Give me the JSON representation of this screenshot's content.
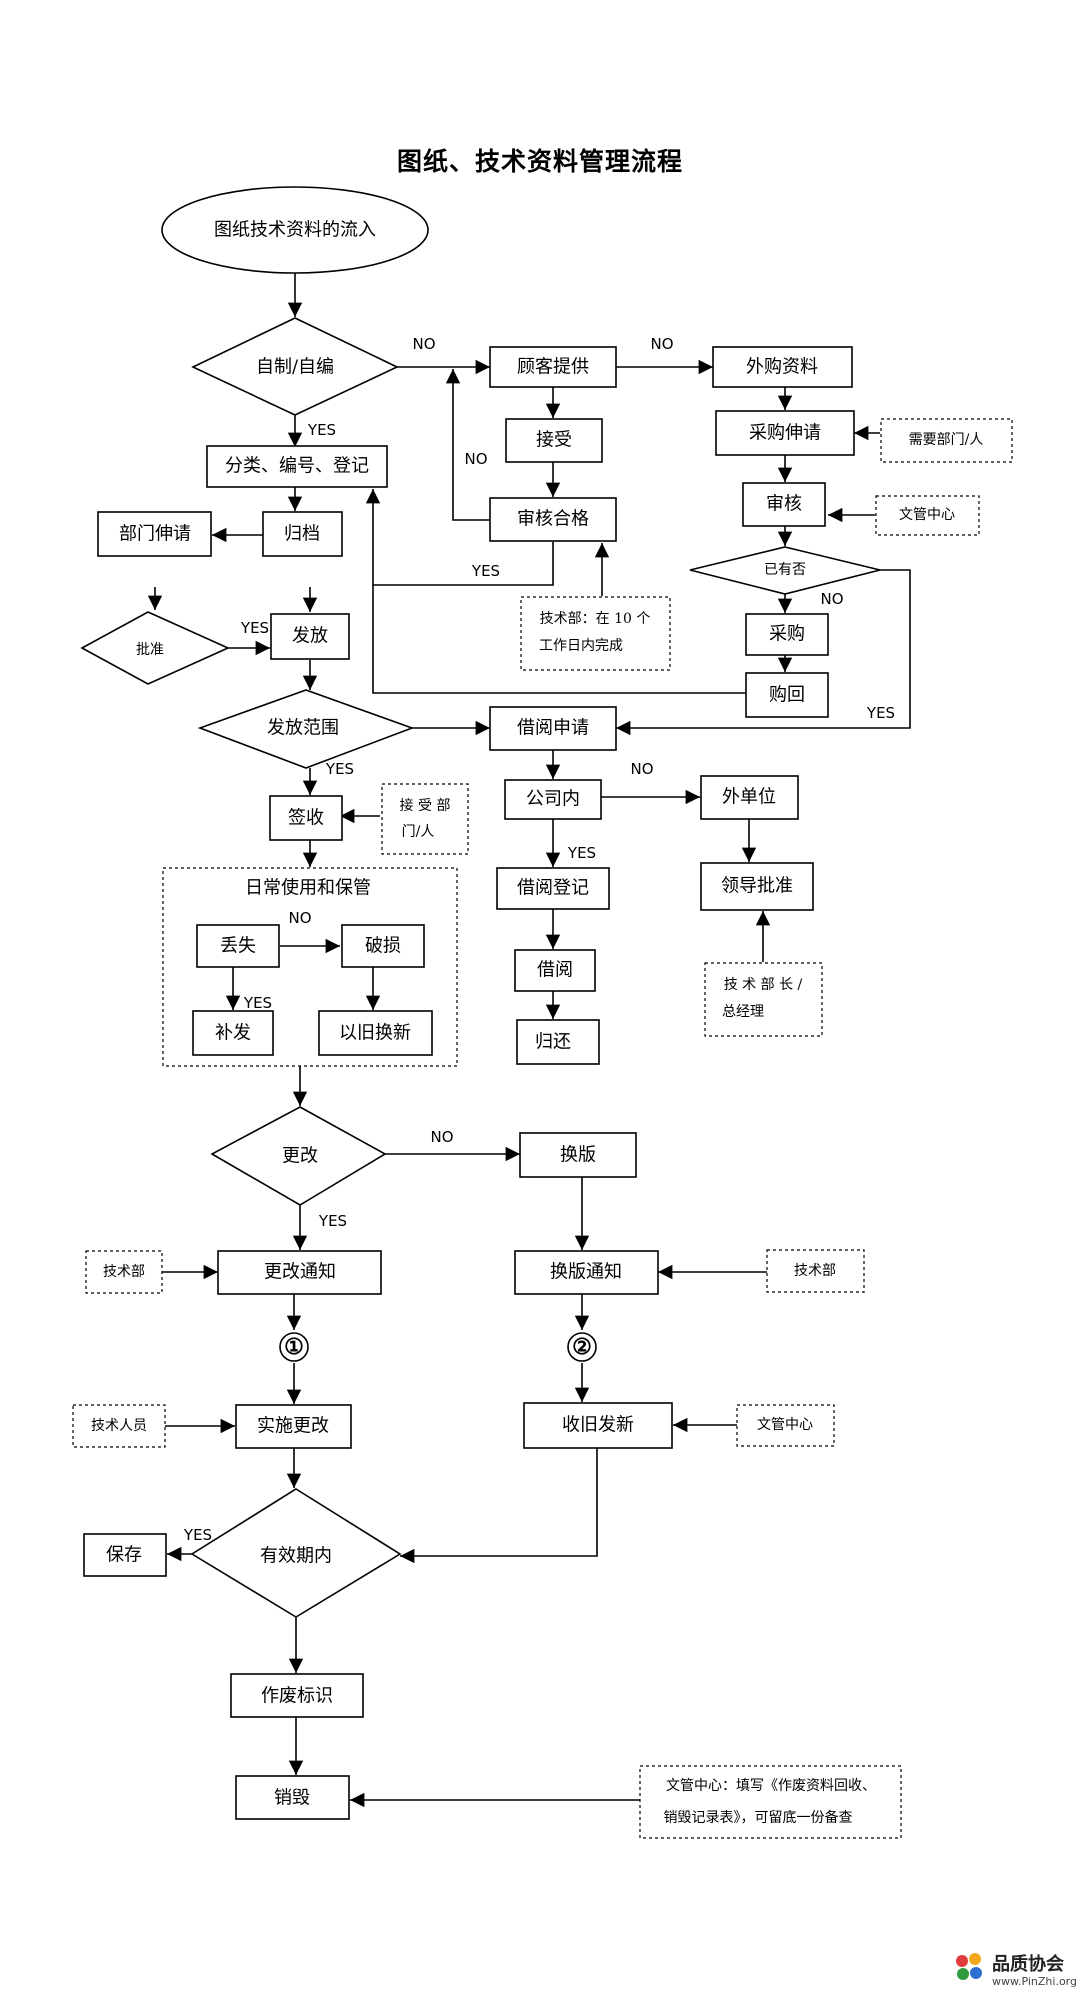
{
  "title": "图纸、技术资料管理流程",
  "nodes": {
    "start": "图纸技术资料的流入",
    "self_made": "自制/自编",
    "classify": "分类、编号、登记",
    "archive": "归档",
    "dept_apply": "部门伸请",
    "approve": "批准",
    "issue": "发放",
    "issue_scope": "发放范围",
    "sign": "签收",
    "daily_group": "日常使用和保管",
    "lost": "丢失",
    "damaged": "破损",
    "reissue": "补发",
    "exchange": "以旧换新",
    "customer_supply": "顾客提供",
    "accept": "接受",
    "review_pass": "审核合格",
    "purchased_docs": "外购资料",
    "purchase_apply": "采购伸请",
    "audit": "审核",
    "exists": "已有否",
    "purchase": "采购",
    "buy_back": "购回",
    "borrow_apply": "借阅申请",
    "in_company": "公司内",
    "external_unit": "外单位",
    "borrow_register": "借阅登记",
    "leader_approve": "领导批准",
    "borrow": "借阅",
    "return": "归还",
    "change": "更改",
    "change_notice": "更改通知",
    "circle1": "①",
    "implement_change": "实施更改",
    "valid_period": "有效期内",
    "save": "保存",
    "void_mark": "作废标识",
    "destroy": "销毁",
    "revision": "换版",
    "revision_notice": "换版通知",
    "circle2": "②",
    "collect_issue": "收旧发新"
  },
  "notes": {
    "tech_dept_10days_1": "技术部：在 10 个",
    "tech_dept_10days_2": "工作日内完成",
    "need_dept": "需要部门/人",
    "doc_center_audit": "文管中心",
    "receive_dept_1": "接 受 部",
    "receive_dept_2": "门/人",
    "tech_head_1": "技 术 部 长 /",
    "tech_head_2": "总经理",
    "tech_dept_change": "技术部",
    "tech_dept_revision": "技术部",
    "tech_staff": "技术人员",
    "doc_center_collect": "文管中心",
    "doc_center_destroy_1": "文管中心：填写《作废资料回收、",
    "doc_center_destroy_2": "销毁记录表》，可留底一份备查"
  },
  "labels": {
    "no": "NO",
    "yes": "YES"
  },
  "brand": {
    "name": "品质协会",
    "url": "www.PinZhi.org"
  }
}
